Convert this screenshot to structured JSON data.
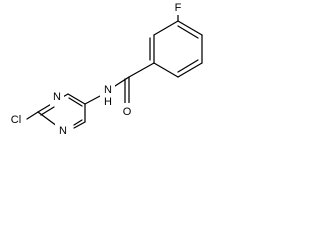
{
  "molecule": {
    "atom_labels": {
      "cl": "Cl",
      "n_ring_upper": "N",
      "n_ring_lower": "N",
      "nh": "N",
      "h": "H",
      "o": "O",
      "f": "F"
    },
    "colors": {
      "bond": "#000000",
      "label": "#000000",
      "background": "#ffffff"
    }
  }
}
